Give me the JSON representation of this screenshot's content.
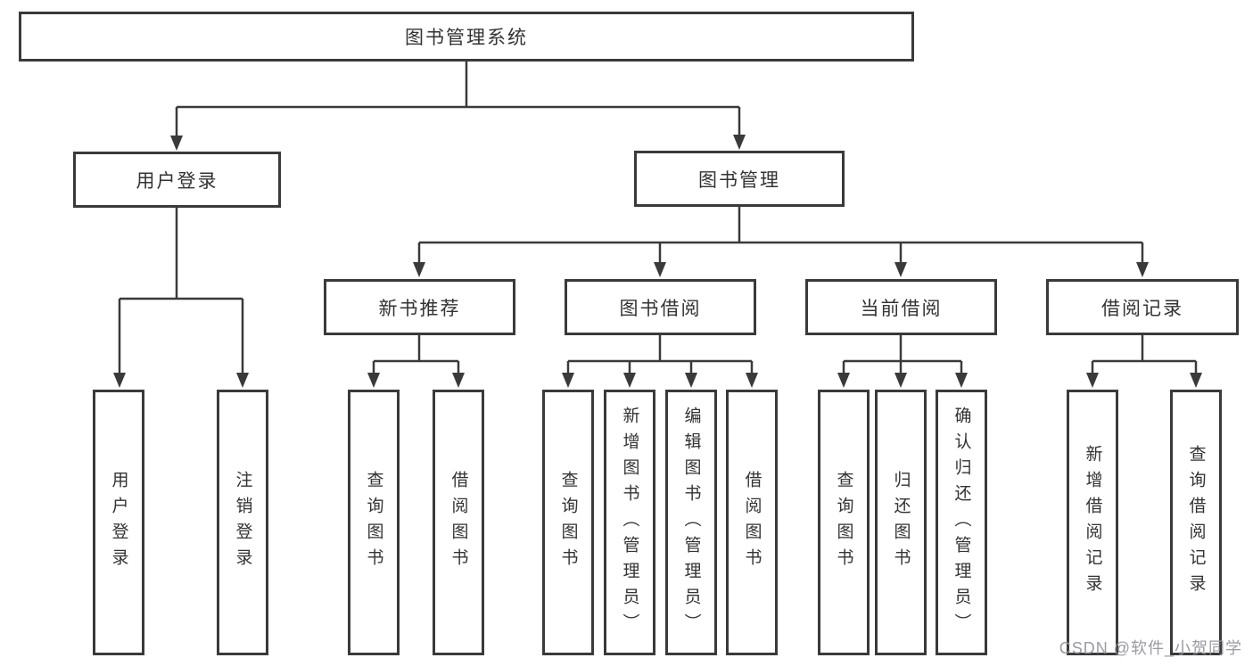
{
  "diagram": {
    "title": "图书管理系统",
    "level2": [
      {
        "label": "用户登录",
        "children": [
          {
            "label": "用户登录"
          },
          {
            "label": "注销登录"
          }
        ]
      },
      {
        "label": "图书管理",
        "children": [
          {
            "label": "新书推荐",
            "children": [
              {
                "label": "查询图书"
              },
              {
                "label": "借阅图书"
              }
            ]
          },
          {
            "label": "图书借阅",
            "children": [
              {
                "label": "查询图书"
              },
              {
                "label": "新增图书（管理员）"
              },
              {
                "label": "编辑图书（管理员）"
              },
              {
                "label": "借阅图书"
              }
            ]
          },
          {
            "label": "当前借阅",
            "children": [
              {
                "label": "查询图书"
              },
              {
                "label": "归还图书"
              },
              {
                "label": "确认归还（管理员）"
              }
            ]
          },
          {
            "label": "借阅记录",
            "children": [
              {
                "label": "新增借阅记录"
              },
              {
                "label": "查询借阅记录"
              }
            ]
          }
        ]
      }
    ]
  },
  "watermark": {
    "text": "CSDN @软件_小贺同学"
  },
  "colors": {
    "line": "#3a3a3a",
    "text": "#333333",
    "background": "#ffffff",
    "watermark": "#96969c"
  }
}
